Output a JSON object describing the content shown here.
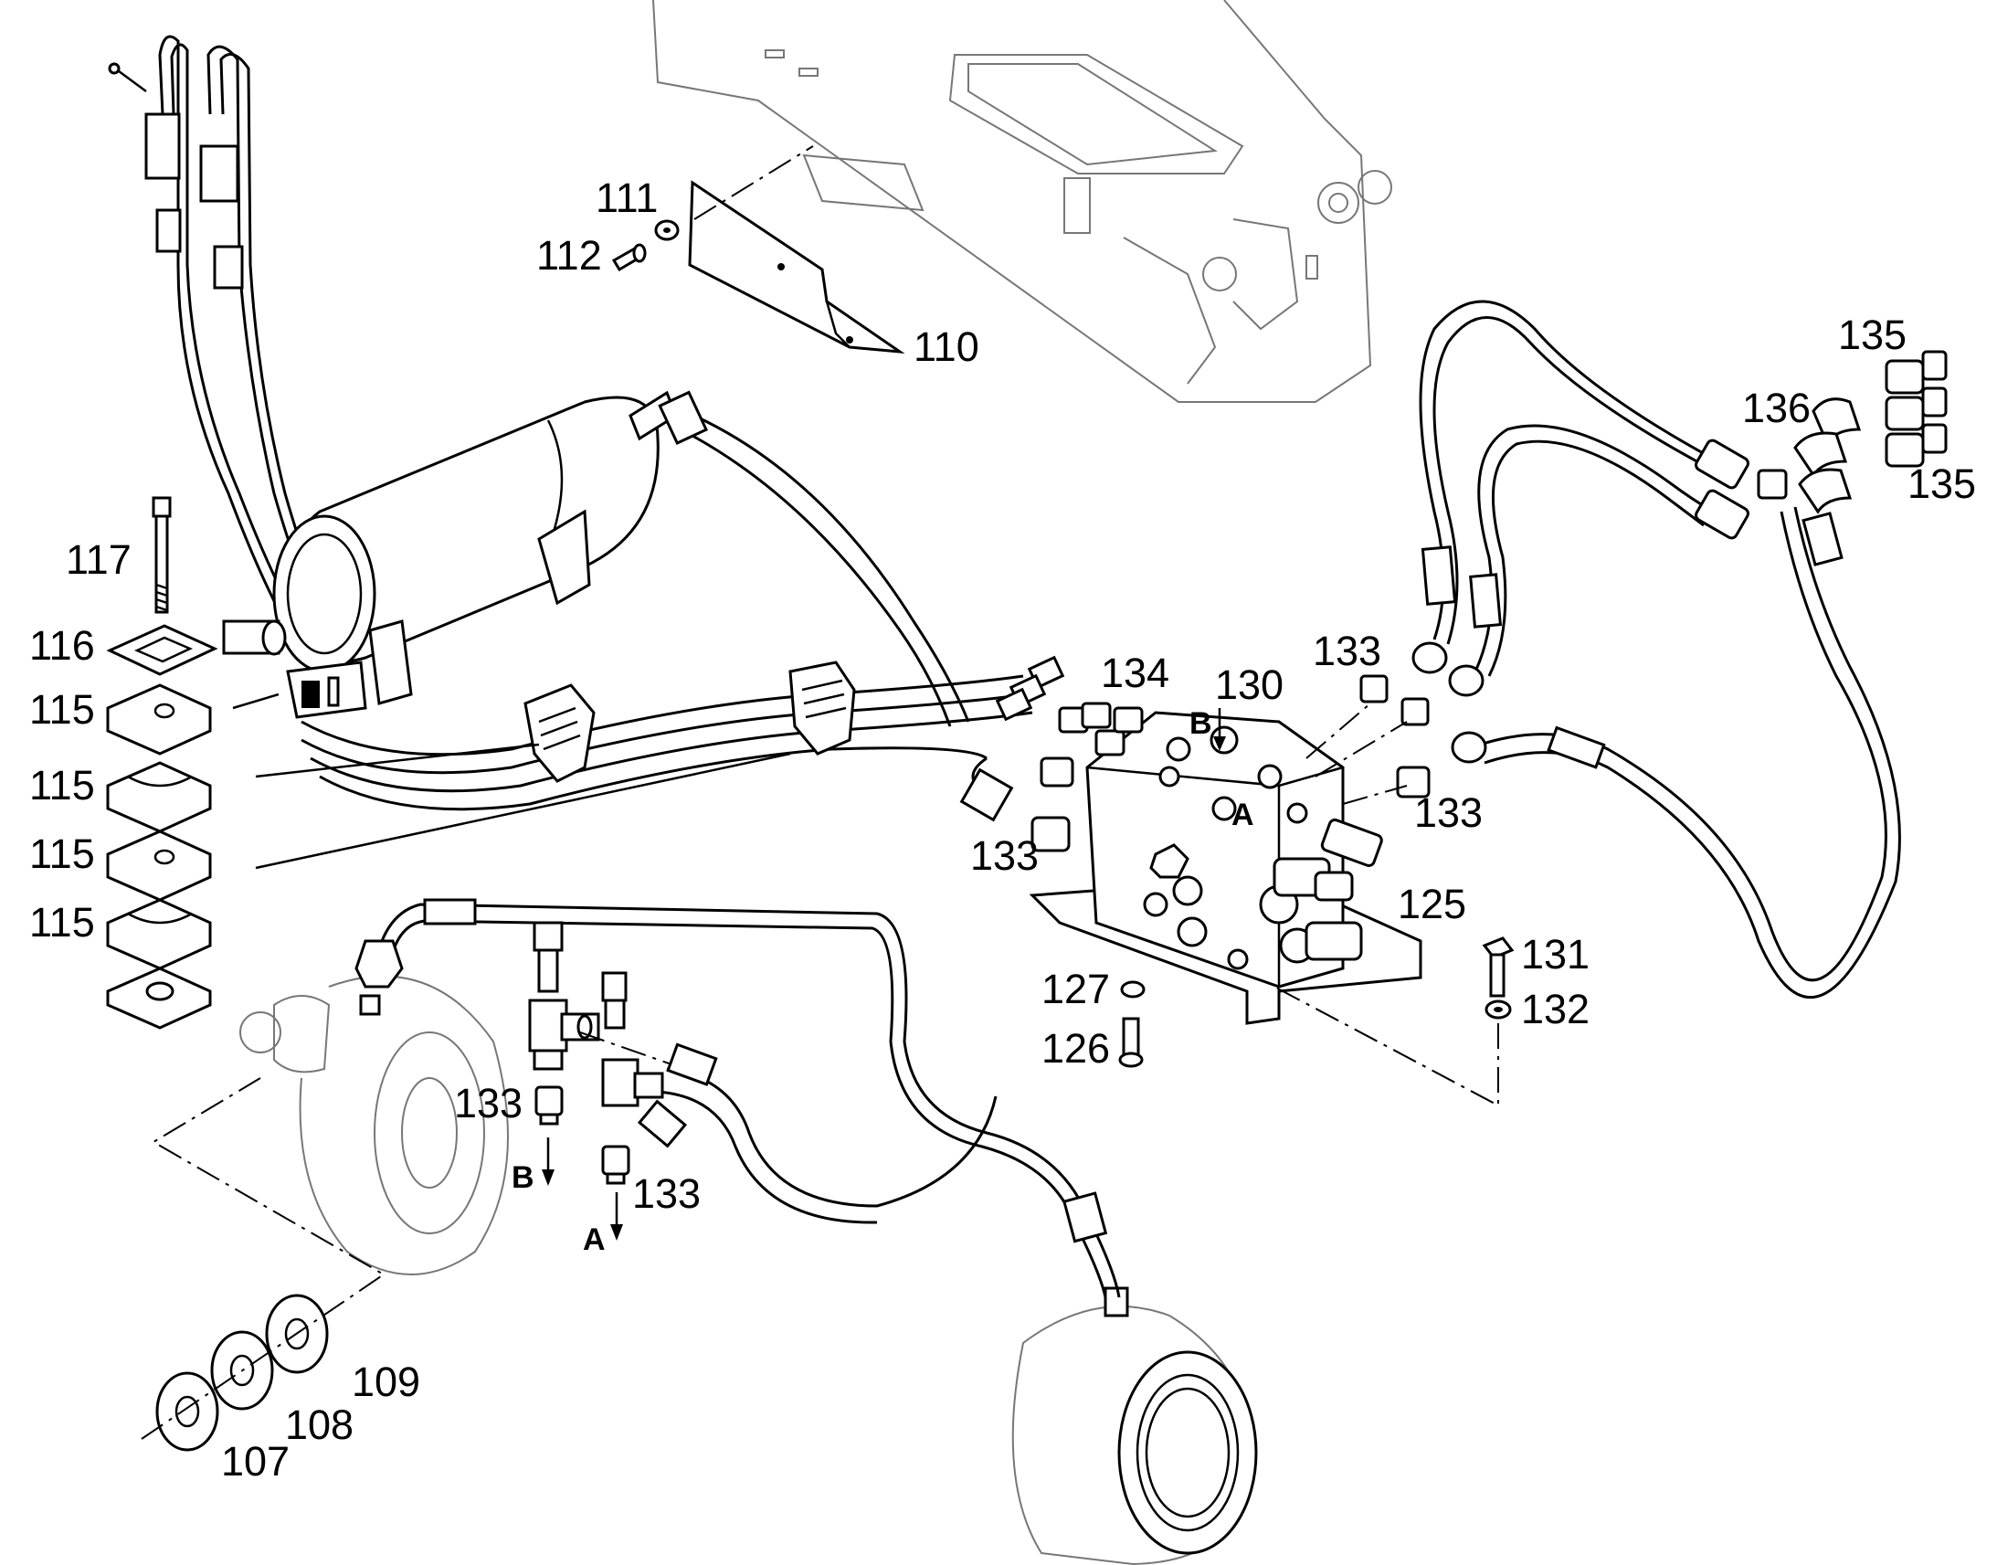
{
  "diagram": {
    "part_labels": {
      "p107": "107",
      "p108": "108",
      "p109": "109",
      "p110": "110",
      "p111": "111",
      "p112": "112",
      "p115": "115",
      "p116": "116",
      "p117": "117",
      "p125": "125",
      "p126": "126",
      "p127": "127",
      "p130": "130",
      "p131": "131",
      "p132": "132",
      "p133": "133",
      "p134": "134",
      "p135": "135",
      "p136": "136"
    },
    "port_letters": {
      "a": "A",
      "b": "B"
    }
  }
}
